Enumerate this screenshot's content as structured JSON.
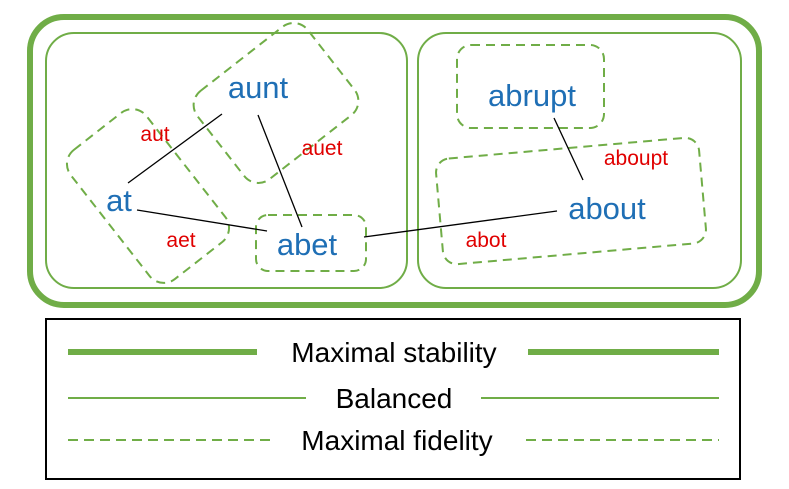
{
  "colors": {
    "green": "#70ad47",
    "blue": "#1f6fb5",
    "red": "#e00000",
    "black": "#000000"
  },
  "words": {
    "aunt": "aunt",
    "at": "at",
    "abet": "abet",
    "abrupt": "abrupt",
    "about": "about"
  },
  "edges": {
    "aut": "aut",
    "auet": "auet",
    "aet": "aet",
    "aboupt": "aboupt",
    "abot": "abot"
  },
  "legend": {
    "maximal_stability": "Maximal stability",
    "balanced": "Balanced",
    "maximal_fidelity": "Maximal fidelity"
  }
}
